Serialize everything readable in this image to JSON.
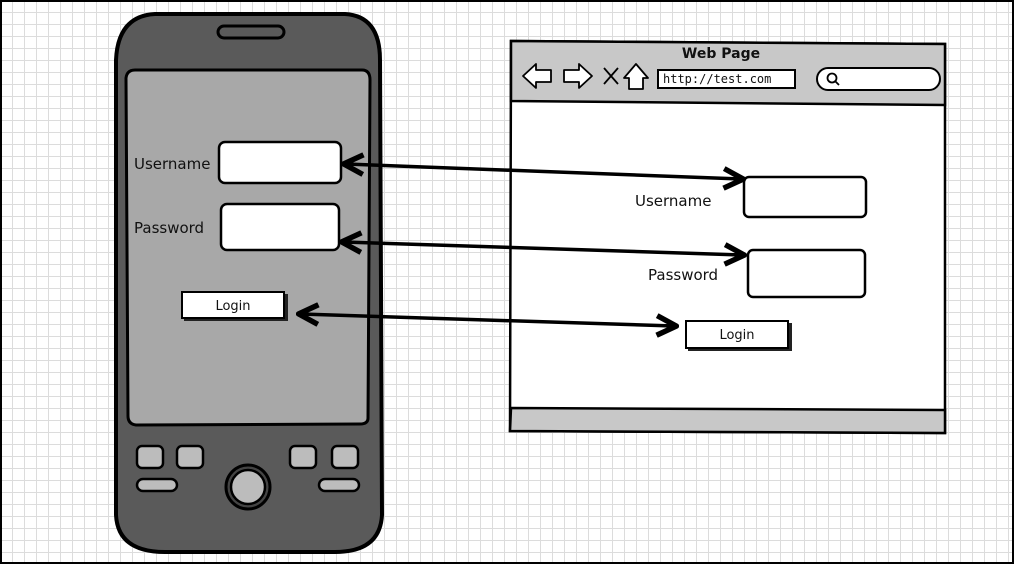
{
  "phone": {
    "username_label": "Username",
    "password_label": "Password",
    "login_label": "Login",
    "keys": [
      "key-1",
      "key-2",
      "key-3",
      "key-4"
    ]
  },
  "browser": {
    "title": "Web Page",
    "url": "http://test.com",
    "username_label": "Username",
    "password_label": "Password",
    "login_label": "Login",
    "icons": [
      "arrow-left-icon",
      "arrow-right-icon",
      "close-icon",
      "home-icon",
      "search-icon"
    ]
  },
  "colors": {
    "phone_body": "#5a5a5a",
    "phone_screen": "#a8a8a8",
    "browser_chrome": "#c8c8c8",
    "stroke": "#000000"
  }
}
